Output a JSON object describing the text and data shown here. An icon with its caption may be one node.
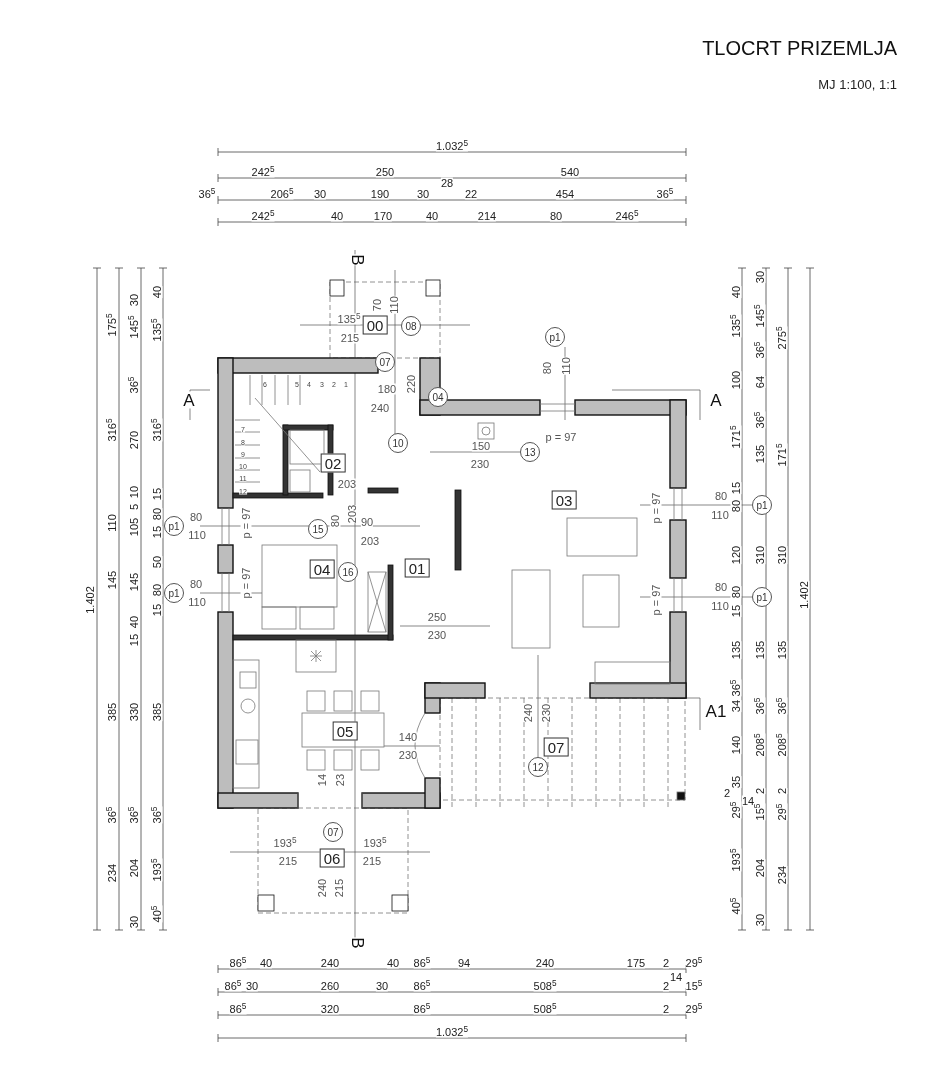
{
  "diagram": {
    "title": "TLOCRT PRIZEMLJA",
    "caption": "MJ 1:100, 1:1",
    "nodes": [
      {
        "text": [
          "00"
        ]
      },
      {
        "text": [
          "08"
        ]
      },
      {
        "text": [
          "07"
        ]
      },
      {
        "text": [
          "p1"
        ]
      },
      {
        "text": [
          "04"
        ]
      },
      {
        "text": [
          "10"
        ]
      },
      {
        "text": [
          "13"
        ]
      },
      {
        "text": [
          "02"
        ]
      },
      {
        "text": [
          "03"
        ]
      },
      {
        "text": [
          "p1"
        ]
      },
      {
        "text": [
          "15"
        ]
      },
      {
        "text": [
          "p1"
        ]
      },
      {
        "text": [
          "04"
        ]
      },
      {
        "text": [
          "16"
        ]
      },
      {
        "text": [
          "01"
        ]
      },
      {
        "text": [
          "p1"
        ]
      },
      {
        "text": [
          "p1"
        ]
      },
      {
        "text": [
          "05"
        ]
      },
      {
        "text": [
          "07"
        ]
      },
      {
        "text": [
          "12"
        ]
      },
      {
        "text": [
          "07"
        ]
      },
      {
        "text": [
          "06"
        ]
      }
    ],
    "edges": [],
    "labels": [
      "1.032$^{5}$",
      "242$^{5}$",
      "250",
      "540",
      "36$^{5}$",
      "206$^{5}$",
      "30",
      "190",
      "30",
      "28",
      "22",
      "454",
      "36$^{5}$",
      "242$^{5}$",
      "40",
      "170",
      "40",
      "214",
      "80",
      "246$^{5}$",
      "1.402",
      "175$^{5}$",
      "316$^{5}$",
      "110",
      "145",
      "385",
      "36$^{5}$",
      "234",
      "30",
      "145$^{5}$",
      "36$^{5}$",
      "270",
      "10",
      "5",
      "105",
      "145",
      "40",
      "15",
      "330",
      "36$^{5}$",
      "204",
      "30",
      "40",
      "135$^{5}$",
      "316$^{5}$",
      "15",
      "80",
      "15",
      "50",
      "80",
      "15",
      "385",
      "36$^{5}$",
      "193$^{5}$",
      "40$^{5}$",
      "80",
      "110",
      "80",
      "110",
      "40",
      "135$^{5}$",
      "100",
      "171$^{5}$",
      "15",
      "80",
      "120",
      "80",
      "15",
      "135",
      "36$^{5}$",
      "34",
      "140",
      "35",
      "29$^{5}$",
      "193$^{5}$",
      "40$^{5}$",
      "30",
      "145$^{5}$",
      "36$^{5}$",
      "64",
      "36$^{5}$",
      "135",
      "310",
      "135",
      "36$^{5}$",
      "208$^{5}$",
      "2",
      "15$^{5}$",
      "204",
      "30",
      "275$^{5}$",
      "171$^{5}$",
      "310",
      "135",
      "36$^{5}$",
      "208$^{5}$",
      "2",
      "29$^{5}$",
      "234",
      "1.402",
      "80",
      "110",
      "80",
      "110",
      "2",
      "14",
      "86$^{5}$",
      "40",
      "240",
      "40",
      "86$^{5}$",
      "94",
      "240",
      "175",
      "2",
      "29$^{5}$",
      "14",
      "86$^{5}$",
      "30",
      "260",
      "30",
      "86$^{5}$",
      "508$^{5}$",
      "2",
      "15$^{5}$",
      "86$^{5}$",
      "320",
      "86$^{5}$",
      "508$^{5}$",
      "2",
      "29$^{5}$",
      "1.032$^{5}$",
      "B",
      "A",
      "A",
      "A1",
      "B",
      "135$^{5}$",
      "215",
      "70",
      "110",
      "180",
      "220",
      "240",
      "80",
      "110",
      "p = 97",
      "150",
      "230",
      "203",
      "p = 97",
      "p = 97",
      "203",
      "90",
      "80",
      "203",
      "p = 97",
      "p = 97",
      "250",
      "230",
      "240",
      "230",
      "140",
      "230",
      "14",
      "23",
      "193$^{5}$",
      "215",
      "193$^{5}$",
      "215",
      "240",
      "215",
      "6",
      "5",
      "4",
      "3",
      "2",
      "1",
      "7",
      "8",
      "9",
      "10",
      "11",
      "12"
    ]
  }
}
